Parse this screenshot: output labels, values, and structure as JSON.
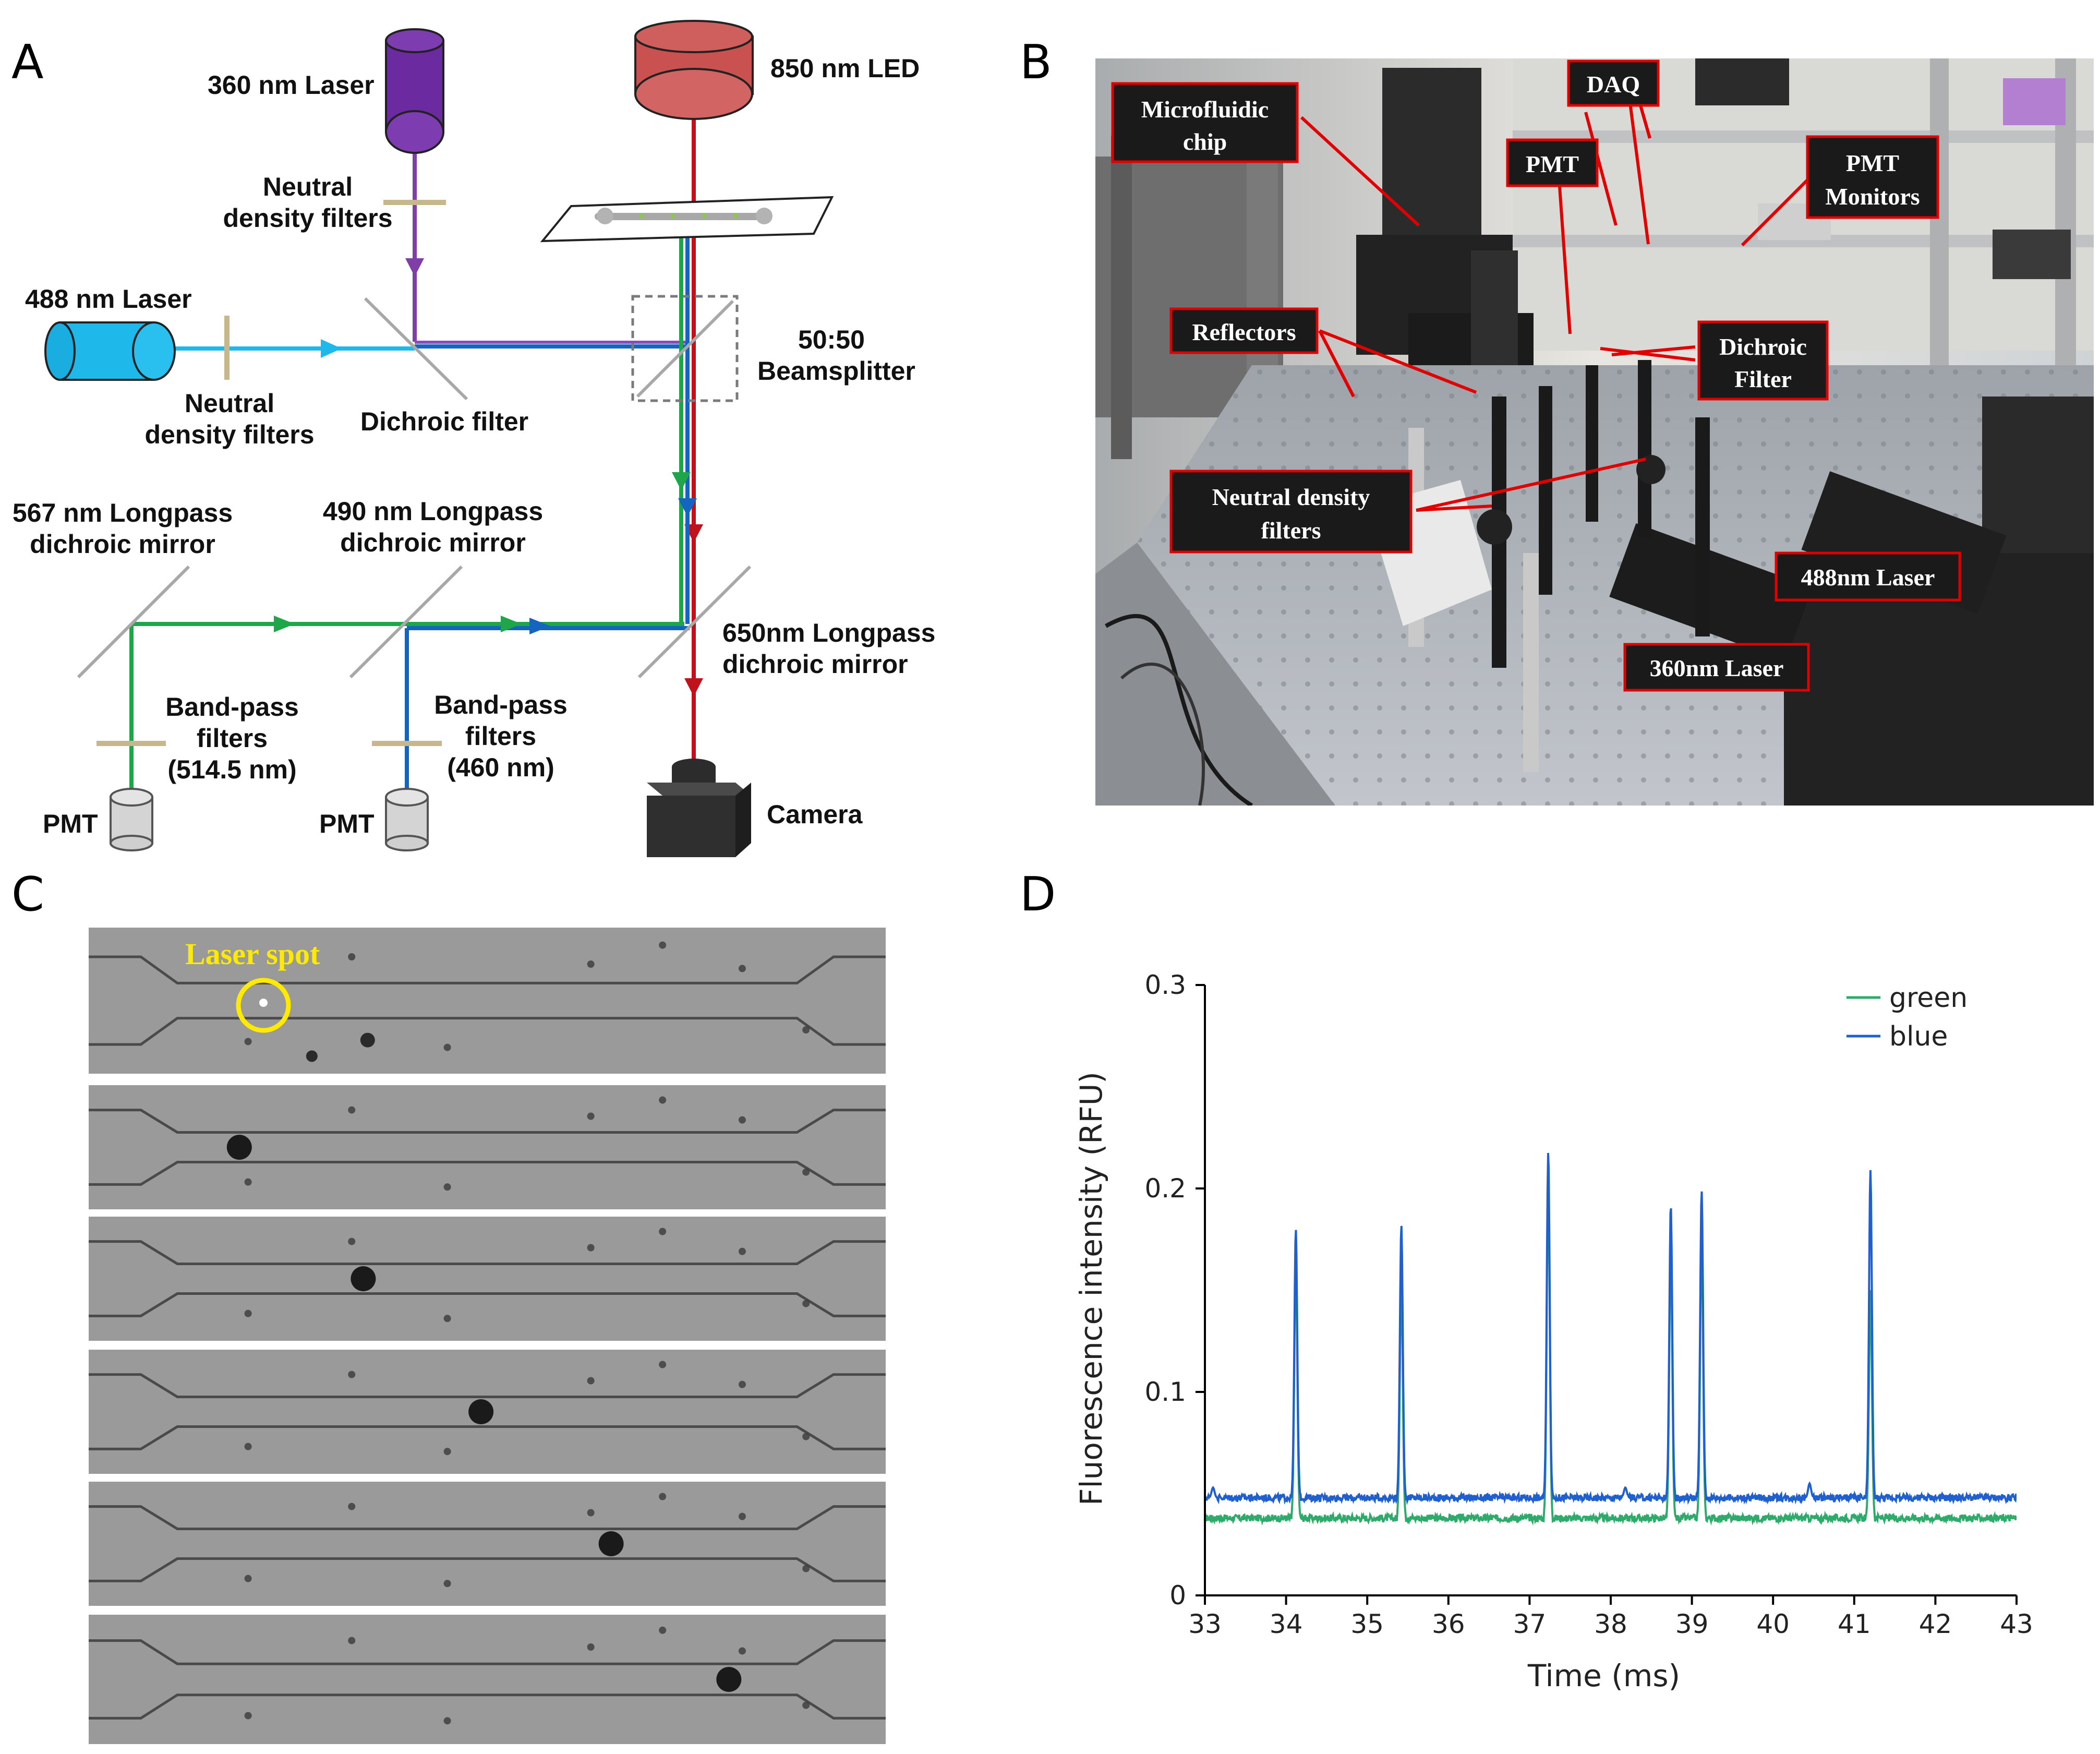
{
  "panels": {
    "a": "A",
    "b": "B",
    "c": "C",
    "d": "D"
  },
  "schematic": {
    "laser_360": "360 nm Laser",
    "led_850": "850 nm LED",
    "nd_filters_top": [
      "Neutral",
      "density filters"
    ],
    "laser_488": "488 nm Laser",
    "nd_filters_left": [
      "Neutral",
      "density filters"
    ],
    "dichroic_filter": "Dichroic filter",
    "beamsplitter": [
      "50:50",
      "Beamsplitter"
    ],
    "mirror_567": [
      "567 nm Longpass",
      "dichroic mirror"
    ],
    "mirror_490": [
      "490 nm Longpass",
      "dichroic mirror"
    ],
    "mirror_650": [
      "650nm Longpass",
      "dichroic mirror"
    ],
    "bandpass_green": [
      "Band-pass",
      "filters",
      "(514.5 nm)"
    ],
    "bandpass_blue": [
      "Band-pass",
      "filters",
      "(460 nm)"
    ],
    "pmt_left": "PMT",
    "pmt_right": "PMT",
    "camera": "Camera",
    "colors": {
      "violet": "#7f3fa6",
      "cyan": "#1fb8ea",
      "red": "#c0121c",
      "green": "#1fa54a",
      "blue": "#1565c0",
      "led": "#c9514f",
      "violet_body": "#6b2aa0"
    }
  },
  "photo": {
    "tags": {
      "microfluidic_chip": [
        "Microfluidic",
        "chip"
      ],
      "daq": "DAQ",
      "pmt": "PMT",
      "pmt_monitors": [
        "PMT",
        "Monitors"
      ],
      "reflectors": "Reflectors",
      "dichroic_filter": [
        "Dichroic",
        "Filter"
      ],
      "nd_filters": [
        "Neutral density",
        "filters"
      ],
      "laser_488": "488nm Laser",
      "laser_360": "360nm Laser"
    },
    "tag_color": "#1a1a1a",
    "tag_border": "#e10000"
  },
  "micrographs": {
    "laser_spot_label": "Laser spot",
    "frames": 6,
    "cell_progress": [
      0.1,
      0.3,
      0.49,
      0.7,
      0.89
    ]
  },
  "chart_data": {
    "type": "line",
    "xlabel": "Time (ms)",
    "ylabel": "Fluorescence intensity (RFU)",
    "xlim": [
      33,
      43
    ],
    "ylim": [
      0,
      0.3
    ],
    "xticks": [
      33,
      34,
      35,
      36,
      37,
      38,
      39,
      40,
      41,
      42,
      43
    ],
    "yticks": [
      0,
      0.1,
      0.2,
      0.3
    ],
    "ytick_labels": [
      "0",
      "0.1",
      "0.2",
      "0.3"
    ],
    "legend_position": "top-right",
    "grid": false,
    "series": [
      {
        "name": "green",
        "color": "#2eaa6a",
        "baseline": 0.038,
        "peaks": [
          {
            "x": 34.12,
            "y": 0.168
          },
          {
            "x": 35.42,
            "y": 0.156
          },
          {
            "x": 37.23,
            "y": 0.205
          },
          {
            "x": 38.74,
            "y": 0.175
          },
          {
            "x": 39.12,
            "y": 0.18
          },
          {
            "x": 41.2,
            "y": 0.15
          }
        ]
      },
      {
        "name": "blue",
        "color": "#1f5fcf",
        "baseline": 0.048,
        "peaks": [
          {
            "x": 33.1,
            "y": 0.053
          },
          {
            "x": 34.12,
            "y": 0.18
          },
          {
            "x": 35.42,
            "y": 0.182
          },
          {
            "x": 37.23,
            "y": 0.218
          },
          {
            "x": 38.18,
            "y": 0.053
          },
          {
            "x": 38.74,
            "y": 0.192
          },
          {
            "x": 39.12,
            "y": 0.199
          },
          {
            "x": 40.45,
            "y": 0.055
          },
          {
            "x": 41.2,
            "y": 0.209
          }
        ]
      }
    ]
  }
}
